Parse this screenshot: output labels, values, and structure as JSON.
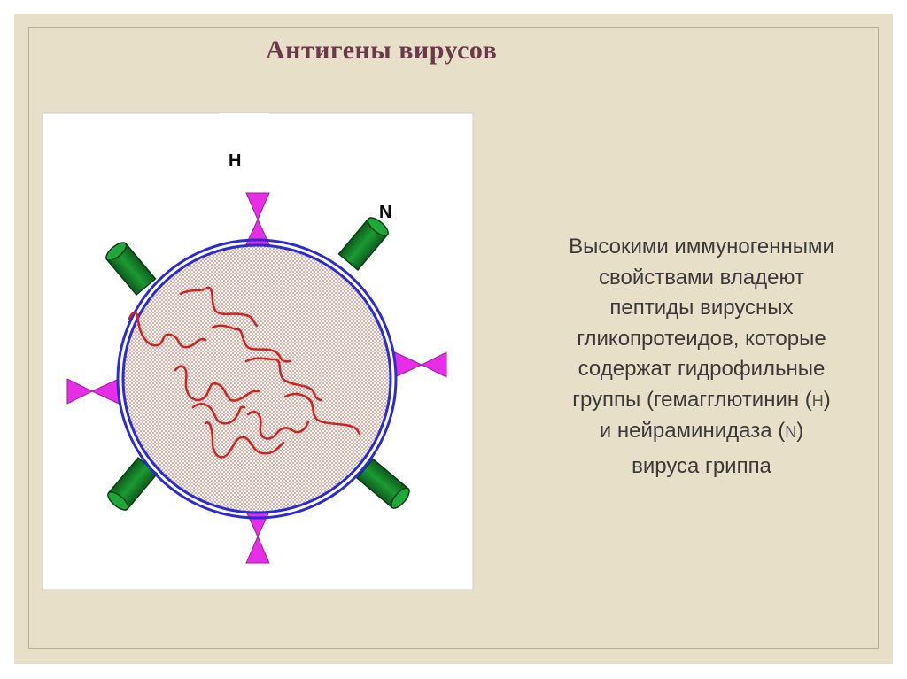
{
  "title": "Антигены  вирусов",
  "labels": {
    "h": "H",
    "n": "N"
  },
  "description": {
    "line1": "Высокими  иммуногенными",
    "line2": "свойствами владеют",
    "line3": "пептиды вирусных",
    "line4": "гликопротеидов, которые",
    "line5": "содержат гидрофильные",
    "line6a": "группы (гемагглютинин (",
    "sym_h": "H",
    "line6b": ")",
    "line7a": "и нейраминидаза (",
    "sym_n": "N",
    "line7b": ")",
    "line8": "вируса гриппа"
  },
  "colors": {
    "background": "#e8dfc9",
    "title": "#6b3a4a",
    "membrane": "#2b2bd6",
    "hemagglutinin": "#e62ee6",
    "neuraminidase": "#17852b",
    "rna": "#d62020"
  }
}
